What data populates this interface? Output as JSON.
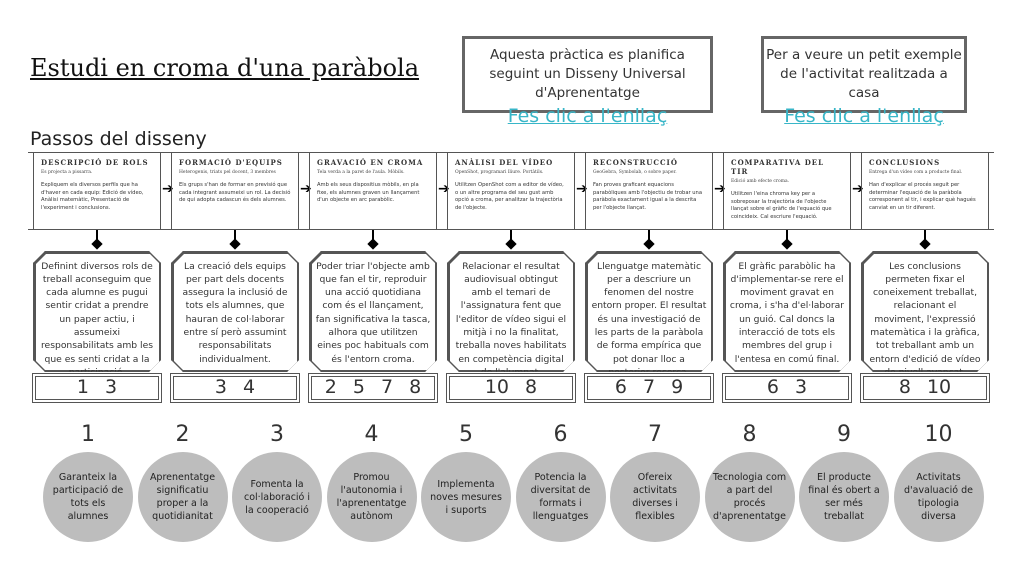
{
  "title": "Estudi en croma d'una paràbola",
  "info_boxes": [
    {
      "text": "Aquesta pràctica es planifica seguint un Disseny Universal d'Aprenentatge",
      "link": "Fes clic a l'enllaç"
    },
    {
      "text": "Per a veure un petit exemple de l'activitat realitzada a casa",
      "link": "Fes clic a l'enllaç"
    }
  ],
  "subtitle": "Passos del disseny",
  "steps": [
    {
      "title": "DESCRIPCIÓ DE ROLS",
      "sub": "Es projecta a pissarra.",
      "desc": "Expliquem els diversos perfils que ha d'haver en cada equip: Edició de vídeo, Anàlisi matemàtic, Presentació de l'experiment i conclusions.",
      "detail": "Definint diversos rols de treball aconseguim que cada alumne es pugui sentir cridat a prendre un paper actiu, i assumeixi responsabilitats amb les que es senti cridat a la participació.",
      "principles": "1 3"
    },
    {
      "title": "FORMACIÓ D'EQUIPS",
      "sub": "Heterogenis, triats pel docent, 3 membres",
      "desc": "Els grups s'han de formar en previsió que cada integrant assumeixi un rol. La decisió de qui adopta cadascun és dels alumnes.",
      "detail": "La creació dels equips per part dels docents assegura la inclusió de tots els alumnes, que hauran de col·laborar entre sí però assumint responsabilitats individualment.",
      "principles": "3 4"
    },
    {
      "title": "GRAVACIÓ EN CROMA",
      "sub": "Tela verda a la paret de l'aula. Mòbils.",
      "desc": "Amb els seus dispositius mòbils, en pla fixe, els alumnes graven un llançament d'un objecte en arc parabòlic.",
      "detail": "Poder triar l'objecte amb que fan el tir, reproduir una acció quotidiana com és el llançament, fan significativa la tasca, alhora que utilitzen eines poc habituals com és l'entorn croma.",
      "principles": "2 5 7 8"
    },
    {
      "title": "ANÀLISI DEL VÍDEO",
      "sub": "OpenShot, programari lliure. Portàtils.",
      "desc": "Utilitzen OpenShot com a editor de vídeo, o un altre programa del seu gust amb opció a croma, per analitzar la trajectòria de l'objecte.",
      "detail": "Relacionar el resultat audiovisual obtingut amb el temari de l'assignatura fent que l'editor de vídeo sigui el mitjà i no la finalitat, treballa noves habilitats en competència digital de l'alumnat.",
      "principles": "10 8"
    },
    {
      "title": "RECONSTRUCCIÓ",
      "sub": "GeoGebra, Symbolab, o sobre paper.",
      "desc": "Fan proves graficant equacions parabòliques amb l'objectiu de trobar una paràbola exactament igual a la descrita per l'objecte llançat.",
      "detail": "Llenguatge matemàtic per a descriure un fenomen del nostre entorn proper. El resultat és una investigació de les parts de la paràbola de forma empírica que pot donar lloc a posterior recerca.",
      "principles": "6 7 9"
    },
    {
      "title": "COMPARATIVA DEL TIR",
      "sub": "Edició amb efecte croma.",
      "desc": "Utilitzen l'eina chroma key per a sobreposar la trajectòria de l'objecte llançat sobre el gràfic de l'equació que coincideix. Cal escriure l'equació.",
      "detail": "El gràfic parabòlic ha d'implementar-se rere el moviment gravat en croma, i s'ha d'el·laborar un guió. Cal doncs la interacció de tots els membres del grup i l'entesa en comú final.",
      "principles": "6 3"
    },
    {
      "title": "CONCLUSIONS",
      "sub": "Entrega d'un vídeo com a producte final.",
      "desc": "Han d'explicar el procés seguit per determinar l'equació de la paràbola corresponent al tir, i explicar què hagués canviat en un tir diferent.",
      "detail": "Les conclusions permeten fixar el coneixement treballat, relacionant el moviment, l'expressió matemàtica i la gràfica, tot treballant amb un entorn d'edició de vídeo de nivell avançat.",
      "principles": "8 10"
    }
  ],
  "principles": [
    {
      "num": "1",
      "text": "Garanteix la participació de tots els alumnes"
    },
    {
      "num": "2",
      "text": "Aprenentatge significatiu proper a la quotidianitat"
    },
    {
      "num": "3",
      "text": "Fomenta la col·laboració i la cooperació"
    },
    {
      "num": "4",
      "text": "Promou l'autonomia i l'aprenentatge autònom"
    },
    {
      "num": "5",
      "text": "Implementa noves mesures i suports"
    },
    {
      "num": "6",
      "text": "Potencia la diversitat de formats i llenguatges"
    },
    {
      "num": "7",
      "text": "Ofereix activitats diverses i flexibles"
    },
    {
      "num": "8",
      "text": "Tecnologia com a part del procés d'aprenentatge"
    },
    {
      "num": "9",
      "text": "El producte final és obert a ser més treballat"
    },
    {
      "num": "10",
      "text": "Activitats d'avaluació de tipologia diversa"
    }
  ]
}
